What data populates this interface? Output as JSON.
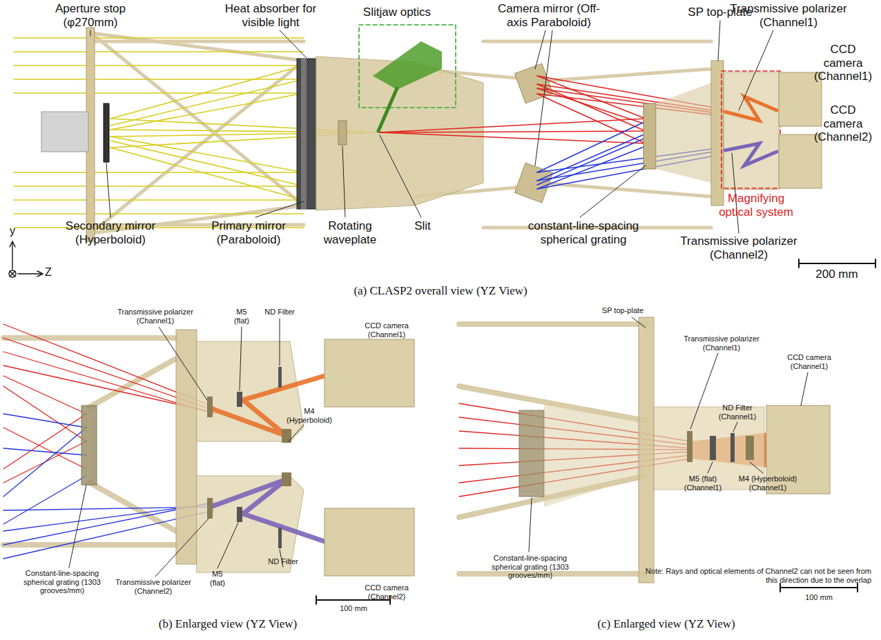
{
  "diagram": {
    "labels": [
      "Aperture stop (φ270mm)",
      "Heat absorber for visible light",
      "Slitjaw optics",
      "Camera mirror (Off-axis Paraboloid)",
      "SP top-plate",
      "Transmissive polarizer (Channel1)",
      "CCD camera (Channel1)",
      "CCD camera (Channel2)",
      "Magnifying optical system",
      "Secondary mirror (Hyperboloid)",
      "Primary mirror (Paraboloid)",
      "Rotating waveplate",
      "Slit",
      "constant-line-spacing spherical grating",
      "Transmissive polarizer (Channel2)",
      "200 mm",
      "y",
      "Z",
      "(a) CLASP2 overall view (YZ View)",
      "Transmissive polarizer (Channel1)",
      "M5 (flat)",
      "ND Filter",
      "CCD camera (Channel1)",
      "M4 (Hyperboloid)",
      "CCD camera (Channel2)",
      "Constant-line-spacing spherical grating (1303 grooves/mm)",
      "Transmissive polarizer (Channel2)",
      "M5 (flat)",
      "ND Filter",
      "100 mm",
      "(b) Enlarged view (YZ View)",
      "SP top-plate",
      "Transmissive polarizer (Channel1)",
      "ND Filter (Channel1)",
      "CCD camera (Channel1)",
      "M5 (flat) (Channel1)",
      "M4 (Hyperboloid) (Channel1)",
      "Constant-line-spacing spherical grating (1303 grooves/mm)",
      "Note: Rays and optical elements of Channel2 can not be seen from this direction due to the overlap",
      "100 mm",
      "(c) Enlarged view (YZ View)"
    ]
  }
}
